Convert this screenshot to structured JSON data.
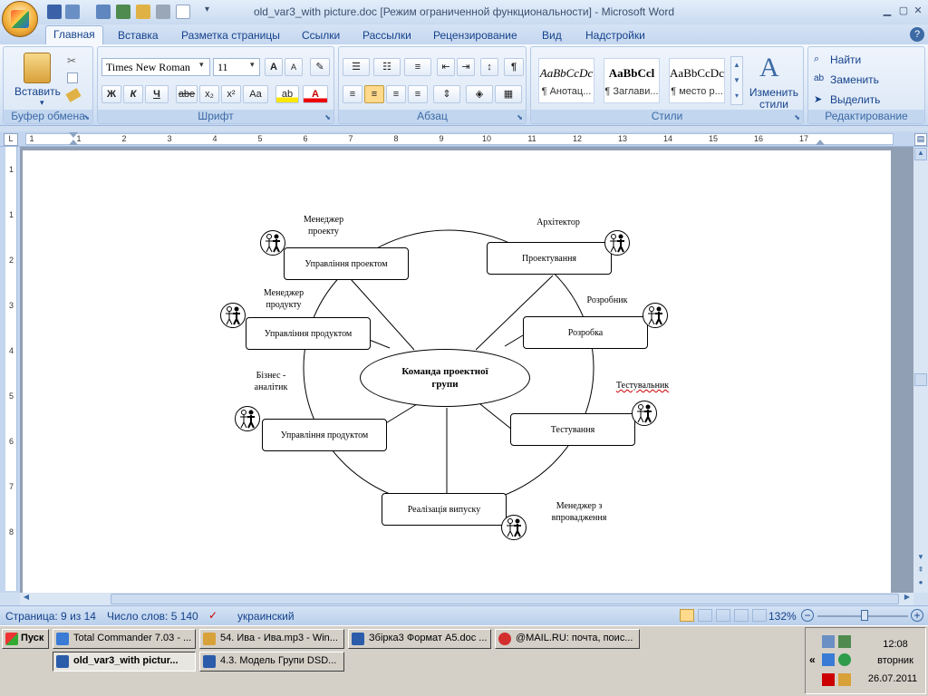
{
  "window": {
    "title": "old_var3_with picture.doc [Режим ограниченной функциональности] - Microsoft Word",
    "minimize_icon": "minimize-icon",
    "maximize_icon": "maximize-icon",
    "close_icon": "close-icon"
  },
  "tabs": [
    "Главная",
    "Вставка",
    "Разметка страницы",
    "Ссылки",
    "Рассылки",
    "Рецензирование",
    "Вид",
    "Надстройки"
  ],
  "ribbon": {
    "clipboard": {
      "paste_label": "Вставить",
      "group_label": "Буфер обмена"
    },
    "font": {
      "font_name": "Times New Roman",
      "font_size": "11",
      "bold": "Ж",
      "italic": "К",
      "underline": "Ч",
      "strike": "abe",
      "subscript": "x₂",
      "superscript": "x²",
      "case": "Aa",
      "grow": "A",
      "shrink": "A",
      "group_label": "Шрифт"
    },
    "paragraph": {
      "group_label": "Абзац",
      "pilcrow": "¶"
    },
    "styles": {
      "items": [
        {
          "preview": "AaBbCcDc",
          "name": "¶ Анотац..."
        },
        {
          "preview": "AaBbCcl",
          "name": "¶ Заглави..."
        },
        {
          "preview": "AaBbCcDc",
          "name": "¶ место р..."
        }
      ],
      "change_label": "Изменить стили",
      "group_label": "Стили"
    },
    "editing": {
      "find": "Найти",
      "replace": "Заменить",
      "select": "Выделить",
      "group_label": "Редактирование"
    }
  },
  "ruler": {
    "h_numbers": [
      "1",
      "1",
      "2",
      "3",
      "4",
      "5",
      "6",
      "7",
      "8",
      "9",
      "10",
      "11",
      "12",
      "13",
      "14",
      "15",
      "16",
      "17"
    ],
    "v_numbers": [
      "1",
      "1",
      "2",
      "3",
      "4",
      "5",
      "6",
      "7",
      "8"
    ]
  },
  "diagram": {
    "center": "Команда проектної групи",
    "boxes": {
      "project_mgmt": "Управління проектом",
      "design": "Проектування",
      "product_mgmt": "Управління продуктом",
      "development": "Розробка",
      "product_mgmt2": "Управління продуктом",
      "testing": "Тестування",
      "release": "Реалізація випуску"
    },
    "roles": {
      "project_manager": "Менеджер проекту",
      "architect": "Архітектор",
      "product_manager": "Менеджер продукту",
      "developer": "Розробник",
      "business_analyst": "Бізнес - аналітик",
      "tester": "Тестувальник",
      "deployment_manager": "Менеджер з впровадження"
    }
  },
  "status": {
    "page": "Страница: 9 из 14",
    "words": "Число слов: 5 140",
    "language": "украинский",
    "zoom": "132%"
  },
  "taskbar": {
    "start": "Пуск",
    "row1": [
      {
        "label": "Total Commander 7.03 - ...",
        "color": "#3a7bd5"
      },
      {
        "label": "54. Ива - Ива.mp3 - Win...",
        "color": "#d9a13a"
      },
      {
        "label": "Збірка3 Формат А5.doc ...",
        "color": "#2a5caa"
      },
      {
        "label": "@MAIL.RU: почта, поис...",
        "color": "#d32f2f"
      }
    ],
    "row2": [
      {
        "label": "old_var3_with pictur...",
        "color": "#2a5caa"
      },
      {
        "label": "4.3. Модель Групи DSD...",
        "color": "#2a5caa"
      }
    ],
    "time": "12:08",
    "day": "вторник",
    "date": "26.07.2011"
  }
}
